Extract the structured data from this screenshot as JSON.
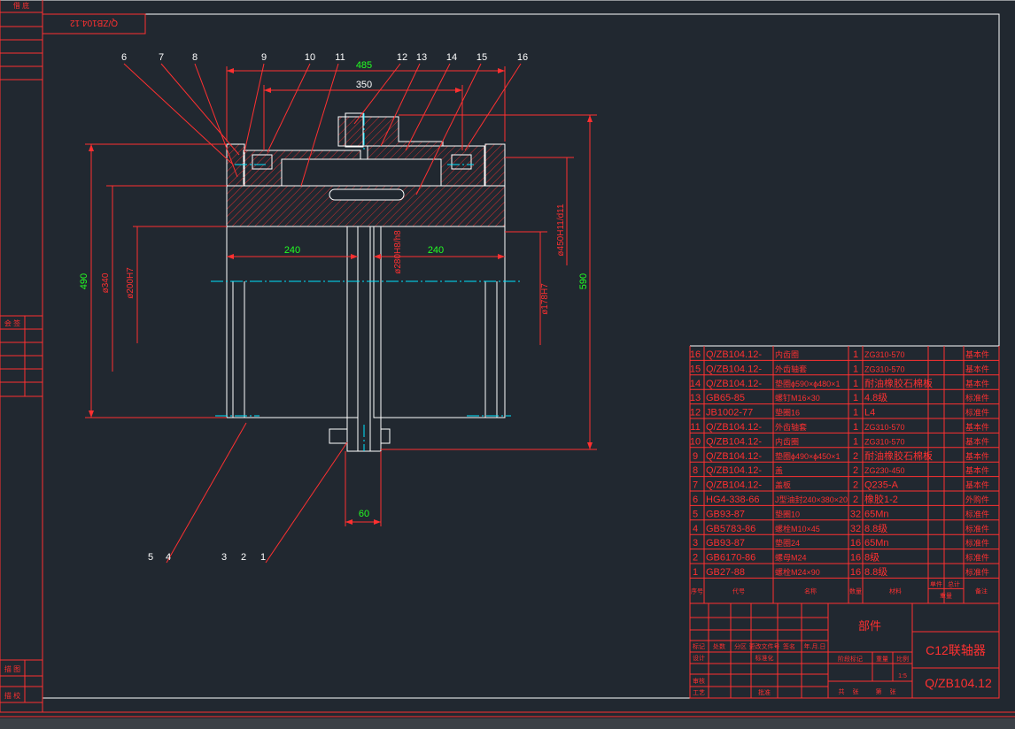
{
  "title_stamp": "Q/ZB104.12",
  "left_strip": {
    "top_label": "借 底",
    "middle_label": "会 签",
    "bottom_labels": [
      "描 图",
      "描 校"
    ]
  },
  "part_numbers": [
    "1",
    "2",
    "3",
    "4",
    "5",
    "6",
    "7",
    "8",
    "9",
    "10",
    "11",
    "12",
    "13",
    "14",
    "15",
    "16"
  ],
  "dimensions": {
    "overall_length": "485",
    "inner_length": "350",
    "left_hub": "240",
    "right_hub": "240",
    "spacer": "60",
    "height_490": "490",
    "height_590": "590",
    "dia_340": "ø340",
    "dia_200": "ø200H7",
    "dia_280": "ø280H8/h8",
    "dia_178": "ø178H7",
    "dia_450": "ø450H11/d11"
  },
  "bom": {
    "rows": [
      {
        "no": "16",
        "code": "Q/ZB104.12-",
        "name": "内齿圈",
        "qty": "1",
        "material": "ZG310-570",
        "note": "基本件"
      },
      {
        "no": "15",
        "code": "Q/ZB104.12-",
        "name": "外齿轴套",
        "qty": "1",
        "material": "ZG310-570",
        "note": "基本件"
      },
      {
        "no": "14",
        "code": "Q/ZB104.12-",
        "name": "垫圈ɸ590×ɸ480×1",
        "qty": "1",
        "material": "耐油橡胶石棉板",
        "note": "基本件"
      },
      {
        "no": "13",
        "code": "GB65-85",
        "name": "螺钉M16×30",
        "qty": "1",
        "material": "4.8级",
        "note": "标准件"
      },
      {
        "no": "12",
        "code": "JB1002-77",
        "name": "垫圈16",
        "qty": "1",
        "material": "L4",
        "note": "标准件"
      },
      {
        "no": "11",
        "code": "Q/ZB104.12-",
        "name": "外齿轴套",
        "qty": "1",
        "material": "ZG310-570",
        "note": "基本件"
      },
      {
        "no": "10",
        "code": "Q/ZB104.12-",
        "name": "内齿圈",
        "qty": "1",
        "material": "ZG310-570",
        "note": "基本件"
      },
      {
        "no": "9",
        "code": "Q/ZB104.12-",
        "name": "垫圈ɸ490×ɸ450×1",
        "qty": "2",
        "material": "耐油橡胶石棉板",
        "note": "基本件"
      },
      {
        "no": "8",
        "code": "Q/ZB104.12-",
        "name": "盖",
        "qty": "2",
        "material": "ZG230-450",
        "note": "基本件"
      },
      {
        "no": "7",
        "code": "Q/ZB104.12-",
        "name": "盖板",
        "qty": "2",
        "material": "Q235-A",
        "note": "基本件"
      },
      {
        "no": "6",
        "code": "HG4-338-66",
        "name": "J型油封240×380×20",
        "qty": "2",
        "material": "橡胶1-2",
        "note": "外购件"
      },
      {
        "no": "5",
        "code": "GB93-87",
        "name": "垫圈10",
        "qty": "32",
        "material": "65Mn",
        "note": "标准件"
      },
      {
        "no": "4",
        "code": "GB5783-86",
        "name": "螺栓M10×45",
        "qty": "32",
        "material": "8.8级",
        "note": "标准件"
      },
      {
        "no": "3",
        "code": "GB93-87",
        "name": "垫圈24",
        "qty": "16",
        "material": "65Mn",
        "note": "标准件"
      },
      {
        "no": "2",
        "code": "GB6170-86",
        "name": "螺母M24",
        "qty": "16",
        "material": "8级",
        "note": "标准件"
      },
      {
        "no": "1",
        "code": "GB27-88",
        "name": "螺栓M24×90",
        "qty": "16",
        "material": "8.8级",
        "note": "标准件"
      }
    ],
    "headers": {
      "no": "序号",
      "code": "代号",
      "name": "名称",
      "qty": "数量",
      "material": "材料",
      "unit": "单件",
      "total": "总计",
      "weight": "重量",
      "note": "备注"
    }
  },
  "title_block": {
    "part_label": "部件",
    "drawing_name": "C12联轴器",
    "drawing_code": "Q/ZB104.12",
    "scale": "1:5",
    "rev_labels": [
      "标记",
      "处数",
      "分区",
      "更改文件号",
      "签名",
      "年.月.日"
    ],
    "role_labels": [
      "设计",
      "审核",
      "工艺"
    ],
    "std_label": "标准化",
    "approve_label": "批准",
    "stage_label": "阶段标记",
    "weight_label": "重量",
    "scale_label": "比例",
    "sheet_labels": [
      "共",
      "张",
      "第",
      "张"
    ]
  },
  "colors": {
    "background": "#212830",
    "red": "#ff3030",
    "white": "#ffffff",
    "green": "#22ff22",
    "cyan": "#00e5ff",
    "statusbar": "#3b4046"
  }
}
